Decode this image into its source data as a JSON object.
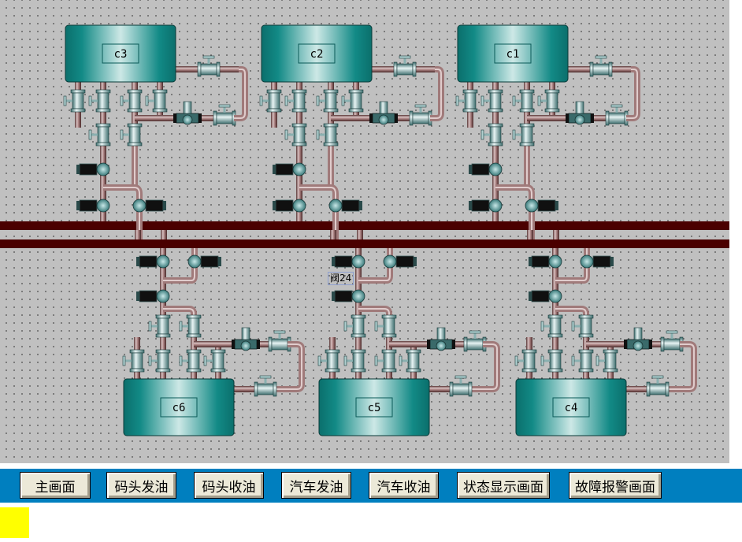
{
  "screen": {
    "title": "储罐管线监控画面"
  },
  "tanks_top": [
    {
      "id": "c3",
      "label": "c3"
    },
    {
      "id": "c2",
      "label": "c2"
    },
    {
      "id": "c1",
      "label": "c1"
    }
  ],
  "tanks_bottom": [
    {
      "id": "c6",
      "label": "c6"
    },
    {
      "id": "c5",
      "label": "c5"
    },
    {
      "id": "c4",
      "label": "c4"
    }
  ],
  "valve_tag": {
    "label": "阀24"
  },
  "nav": {
    "buttons": [
      {
        "label": "主画面"
      },
      {
        "label": "码头发油"
      },
      {
        "label": "码头收油"
      },
      {
        "label": "汽车发油"
      },
      {
        "label": "汽车收油"
      },
      {
        "label": "状态显示画面"
      },
      {
        "label": "故障报警画面"
      }
    ]
  },
  "colors": {
    "background": "#c0c0c0",
    "main_pipeline": "#4a0000",
    "branch_pipe": "#b89090",
    "tank": "#0f8a85",
    "nav_bar": "#007fbf",
    "status_indicator": "#ffff00"
  }
}
